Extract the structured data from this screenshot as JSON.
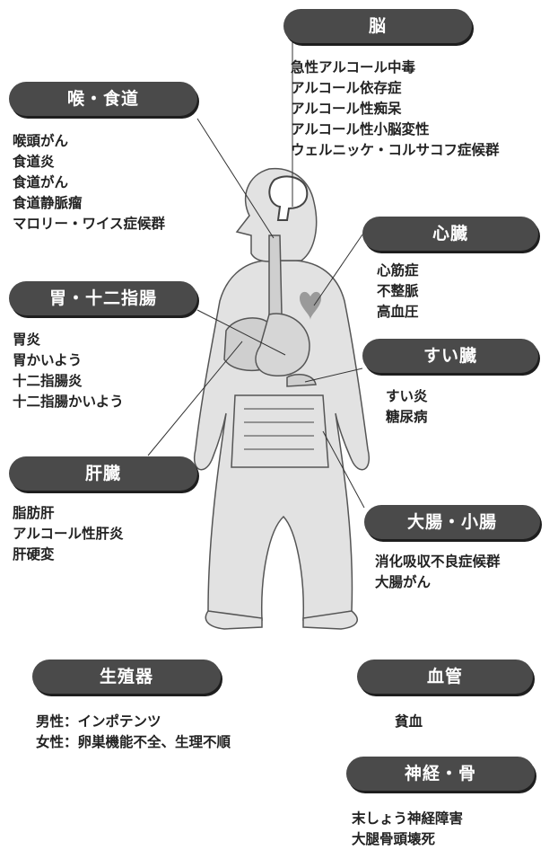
{
  "organs": {
    "brain": {
      "label": "脳",
      "items": [
        "急性アルコール中毒",
        "アルコール依存症",
        "アルコール性痴呆",
        "アルコール性小脳変性",
        "ウェルニッケ・コルサコフ症候群"
      ]
    },
    "throat": {
      "label": "喉・食道",
      "items": [
        "喉頭がん",
        "食道炎",
        "食道がん",
        "食道静脈瘤",
        "マロリー・ワイス症候群"
      ]
    },
    "heart": {
      "label": "心臓",
      "items": [
        "心筋症",
        "不整脈",
        "高血圧"
      ]
    },
    "stomach": {
      "label": "胃・十二指腸",
      "items": [
        "胃炎",
        "胃かいよう",
        "十二指腸炎",
        "十二指腸かいよう"
      ]
    },
    "pancreas": {
      "label": "すい臓",
      "items": [
        "すい炎",
        "糖尿病"
      ]
    },
    "liver": {
      "label": "肝臓",
      "items": [
        "脂肪肝",
        "アルコール性肝炎",
        "肝硬変"
      ]
    },
    "intestine": {
      "label": "大腸・小腸",
      "items": [
        "消化吸収不良症候群",
        "大腸がん"
      ]
    },
    "reproductive": {
      "label": "生殖器",
      "items": [
        "男性：インポテンツ",
        "女性：卵巣機能不全、生理不順"
      ]
    },
    "vessel": {
      "label": "血管",
      "items": [
        "貧血"
      ]
    },
    "nerve": {
      "label": "神経・骨",
      "items": [
        "末しょう神経障害",
        "大腿骨頭壊死"
      ]
    }
  },
  "colors": {
    "label_bg": "#4a4a4a",
    "label_text": "#ffffff",
    "body_fill": "#e2e2e2",
    "organ_fill": "#cfcfcf",
    "heart_fill": "#9a9a9a",
    "line": "#333333"
  }
}
